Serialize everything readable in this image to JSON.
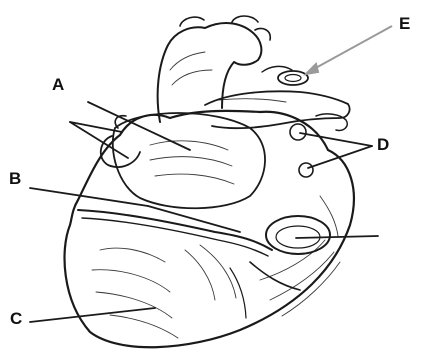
{
  "labels": {
    "a": "A",
    "b": "B",
    "c": "C",
    "d": "D",
    "e": "E"
  },
  "colors": {
    "ink": "#1a1a1a",
    "pointer_e": "#9a9a9a"
  }
}
